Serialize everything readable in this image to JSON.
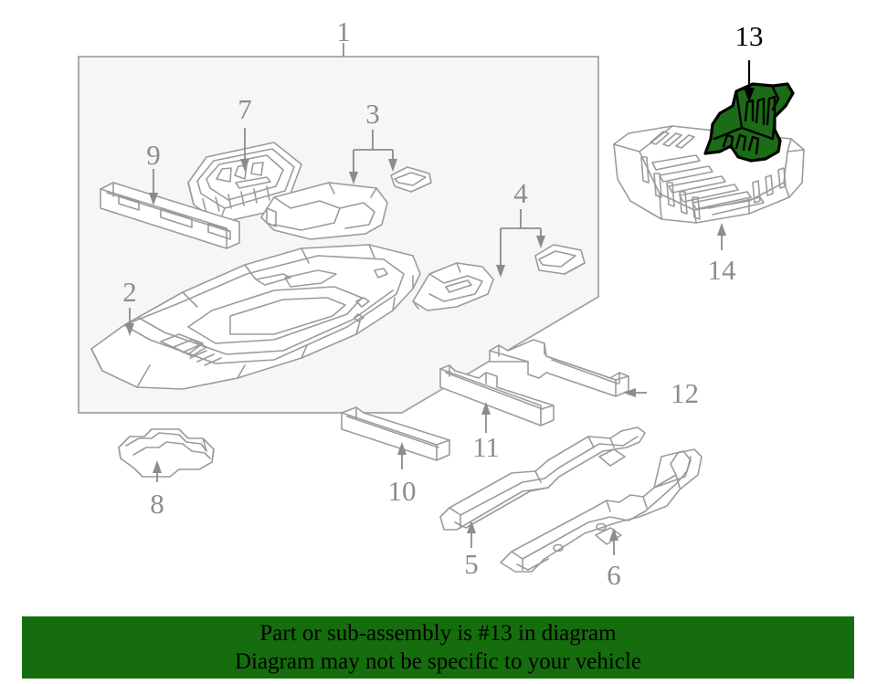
{
  "diagram": {
    "title": "Floor pan and frame rails exploded parts diagram",
    "highlight_color": "#1c6b16",
    "line_color": "#9b9b9b",
    "group_box_fill": "#f6f6f6",
    "callouts": [
      {
        "id": "1",
        "label": "1",
        "type": "group",
        "highlighted": false,
        "part": "floor-assembly-group"
      },
      {
        "id": "2",
        "label": "2",
        "type": "part",
        "highlighted": false,
        "part": "main-floor-panel"
      },
      {
        "id": "3",
        "label": "3",
        "type": "bracket-2",
        "highlighted": false,
        "part": "rear-floor-brackets"
      },
      {
        "id": "4",
        "label": "4",
        "type": "bracket-2",
        "highlighted": false,
        "part": "floor-reinforcements"
      },
      {
        "id": "5",
        "label": "5",
        "type": "part",
        "highlighted": false,
        "part": "side-sill-rail-left"
      },
      {
        "id": "6",
        "label": "6",
        "type": "part",
        "highlighted": false,
        "part": "side-sill-rail-right"
      },
      {
        "id": "7",
        "label": "7",
        "type": "part",
        "highlighted": false,
        "part": "spare-tire-well"
      },
      {
        "id": "8",
        "label": "8",
        "type": "part",
        "highlighted": false,
        "part": "front-crossmember"
      },
      {
        "id": "9",
        "label": "9",
        "type": "part",
        "highlighted": false,
        "part": "long-floor-rail"
      },
      {
        "id": "10",
        "label": "10",
        "type": "part",
        "highlighted": false,
        "part": "crossmember-short"
      },
      {
        "id": "11",
        "label": "11",
        "type": "part",
        "highlighted": false,
        "part": "crossmember-mid"
      },
      {
        "id": "12",
        "label": "12",
        "type": "part",
        "highlighted": false,
        "part": "crossmember-long"
      },
      {
        "id": "13",
        "label": "13",
        "type": "part",
        "highlighted": true,
        "part": "highlighted-bracket"
      },
      {
        "id": "14",
        "label": "14",
        "type": "part",
        "highlighted": false,
        "part": "rear-floor-tray"
      }
    ]
  },
  "banner": {
    "background_color": "#156d0d",
    "text_color": "#000000",
    "line1": "Part or sub-assembly is #13 in diagram",
    "line2": "Diagram may not be specific to your vehicle",
    "part_number": "13"
  }
}
